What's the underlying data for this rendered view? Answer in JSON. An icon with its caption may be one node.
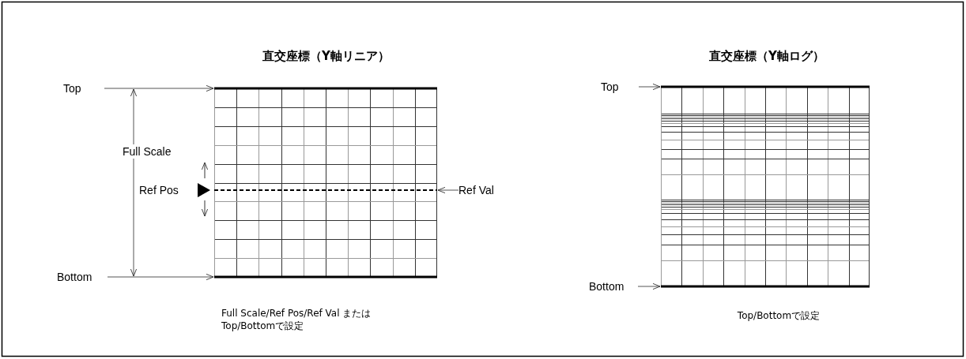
{
  "diagram": {
    "nodes": [
      {
        "text": [
          "Top"
        ]
      },
      {
        "text": [
          "Bottom"
        ]
      },
      {
        "text": [],
        "shape": "box"
      },
      {
        "text": [
          "Ref Val"
        ]
      },
      {
        "text": [
          "Top"
        ]
      },
      {
        "text": [
          "Bottom"
        ]
      },
      {
        "text": [],
        "shape": "box"
      }
    ],
    "edges": [
      {
        "from": 0,
        "to": 2,
        "arrow": "to"
      },
      {
        "from": 1,
        "to": 2,
        "arrow": "to"
      },
      {
        "from": 3,
        "to": 2,
        "arrow": "to"
      },
      {
        "from": 4,
        "to": 6,
        "arrow": "to"
      },
      {
        "from": 5,
        "to": 6,
        "arrow": "to"
      }
    ],
    "labels": [
      "直交座標（Y軸リニア）",
      "直交座標（Y軸ログ）",
      "Full Scale",
      "Ref Pos",
      "Full Scale/Ref Pos/Ref Val またはTop/Bottomで設定",
      "Top/Bottomで設定"
    ]
  }
}
